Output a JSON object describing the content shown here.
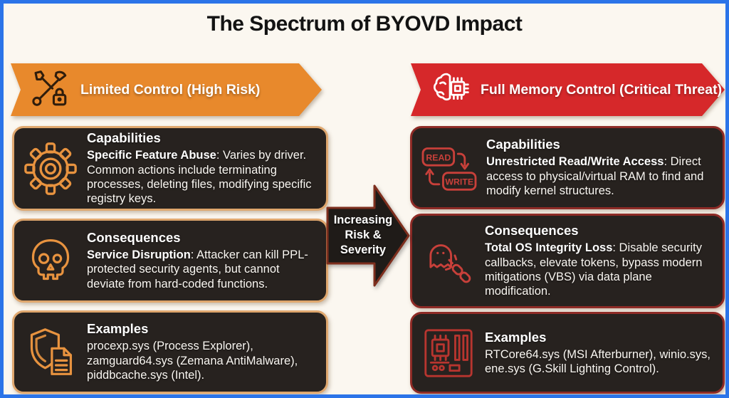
{
  "title": "The Spectrum of BYOVD Impact",
  "colors": {
    "frame_border": "#2B74E8",
    "background": "#FBF7F0",
    "left_accent": "#E8892C",
    "right_accent": "#D6282A",
    "card_background": "#27221F",
    "left_card_border": "#DFA76E",
    "right_card_border": "#8E2B26",
    "left_icon_stroke": "#E8933F",
    "right_icon_stroke": "#C8403A"
  },
  "center_arrow": {
    "label_lines": [
      "Increasing",
      "Risk &",
      "Severity"
    ]
  },
  "left_column": {
    "banner": {
      "label": "Limited Control (High Risk)",
      "icon": "tools-lock-icon"
    },
    "cards": [
      {
        "icon": "gear-icon",
        "heading": "Capabilities",
        "lead": "Specific Feature Abuse",
        "body": ": Varies by driver. Common actions include terminating processes, deleting files, modifying specific registry keys."
      },
      {
        "icon": "skull-icon",
        "heading": "Consequences",
        "lead": "Service Disruption",
        "body": ": Attacker can kill PPL-protected security agents, but cannot deviate from hard-coded functions."
      },
      {
        "icon": "shield-document-icon",
        "heading": "Examples",
        "lead": "",
        "body": "procexp.sys (Process Explorer), zamguard64.sys (Zemana AntiMalware), piddbcache.sys (Intel)."
      }
    ]
  },
  "right_column": {
    "banner": {
      "label": "Full Memory Control (Critical Threat)",
      "icon": "brain-chip-icon"
    },
    "cards": [
      {
        "icon": "read-write-icon",
        "heading": "Capabilities",
        "lead": "Unrestricted Read/Write Access",
        "body": ": Direct access to physical/virtual RAM to find and modify kernel structures."
      },
      {
        "icon": "ghost-broken-chain-icon",
        "heading": "Consequences",
        "lead": "Total OS Integrity Loss",
        "body": ": Disable security callbacks, elevate tokens, bypass modern mitigations (VBS) via data plane modification."
      },
      {
        "icon": "motherboard-icon",
        "heading": "Examples",
        "lead": "",
        "body": "RTCore64.sys (MSI Afterburner), winio.sys, ene.sys (G.Skill Lighting Control)."
      }
    ]
  },
  "read_write_icon": {
    "read": "READ",
    "write": "WRITE"
  }
}
